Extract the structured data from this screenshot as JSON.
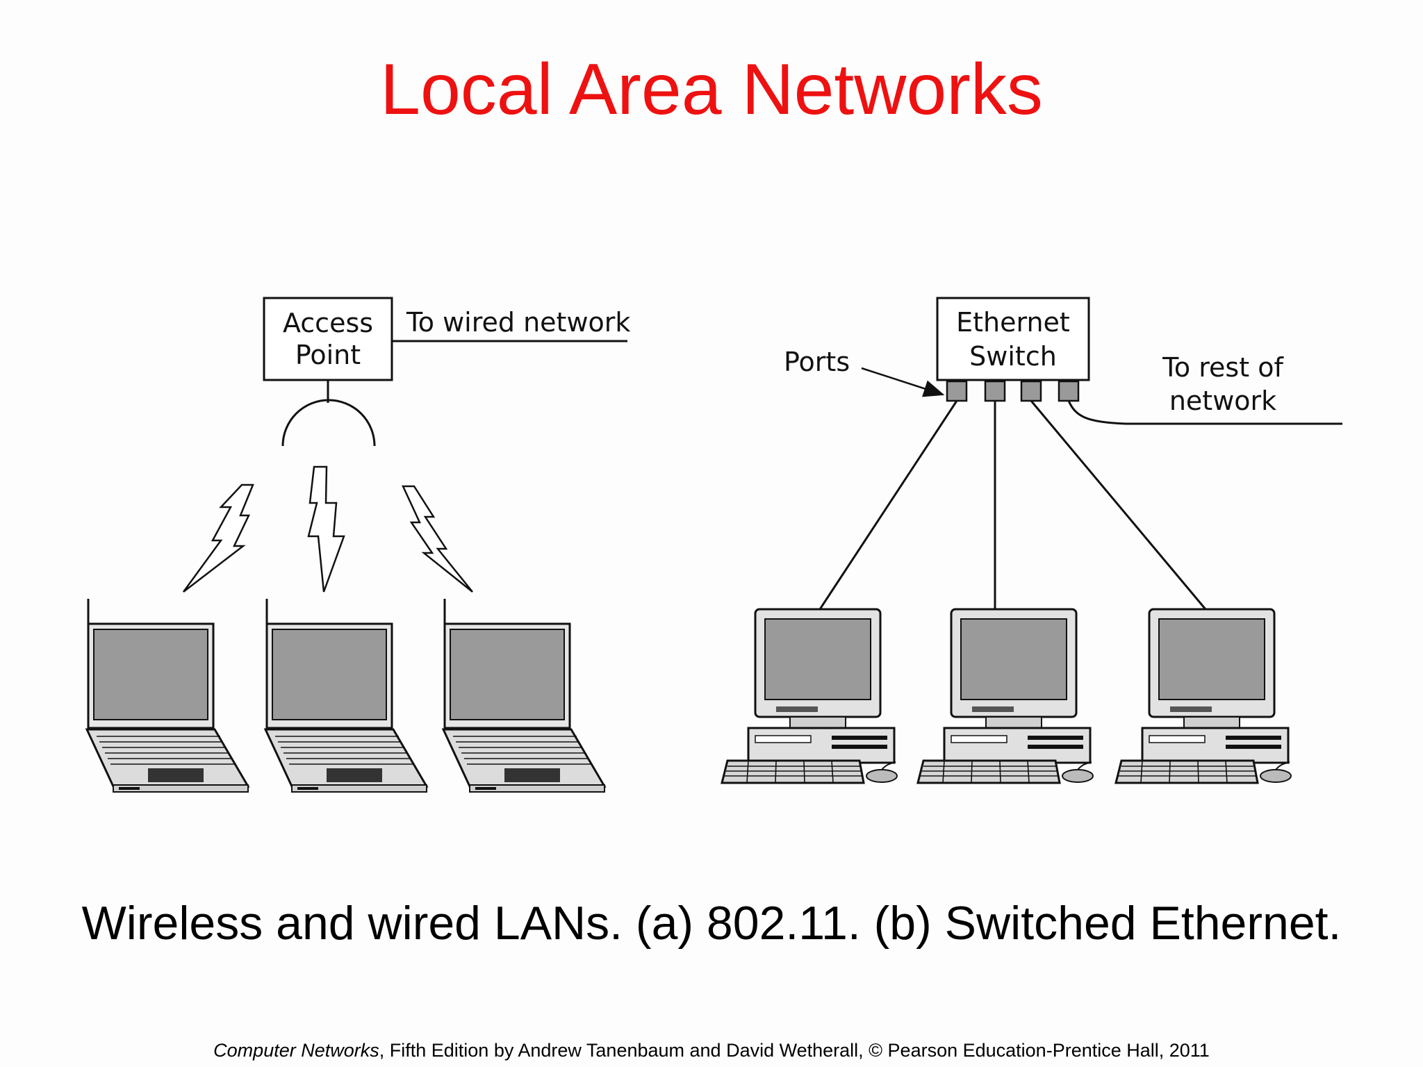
{
  "slide": {
    "title": "Local Area Networks",
    "caption": "Wireless and wired LANs. (a) 802.11. (b) Switched Ethernet.",
    "credit": {
      "book": "Computer Networks",
      "rest": ", Fifth Edition by Andrew Tanenbaum and David Wetherall, © Pearson Education-Prentice Hall, 2011"
    }
  },
  "wireless": {
    "access_point_line1": "Access",
    "access_point_line2": "Point",
    "uplink_label": "To wired network",
    "laptop_count": 3
  },
  "wired": {
    "switch_line1": "Ethernet",
    "switch_line2": "Switch",
    "ports_label": "Ports",
    "uplink_line1": "To rest of",
    "uplink_line2": "network",
    "computer_count": 3,
    "port_count": 4
  },
  "colors": {
    "title": "#ee1111",
    "line": "#111111",
    "screen": "#9a9a9a",
    "body": "#d8d8d8"
  }
}
